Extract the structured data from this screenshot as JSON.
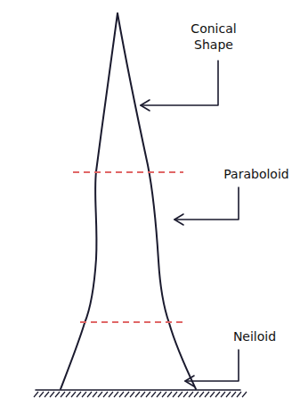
{
  "diagram": {
    "labels": [
      "Conical Shape",
      "Paraboloid",
      "Neiloid"
    ]
  }
}
